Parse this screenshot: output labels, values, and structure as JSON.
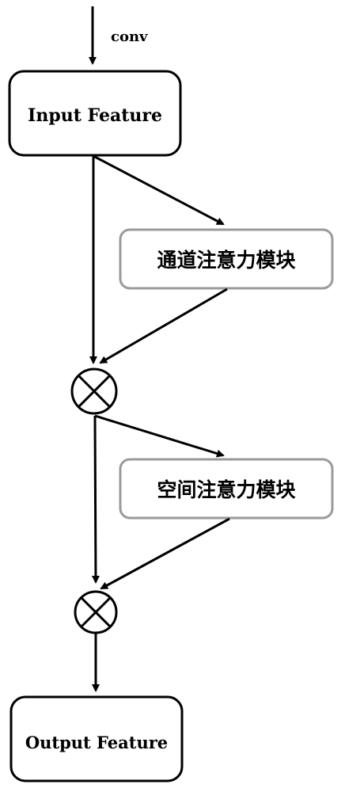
{
  "diagram": {
    "input_label": "conv",
    "nodes": {
      "input_feature": "Input Feature",
      "channel_attention": "通道注意力模块",
      "spatial_attention": "空间注意力模块",
      "output_feature": "Output Feature"
    },
    "operators": {
      "multiply_1": "⊗",
      "multiply_2": "⊗"
    }
  }
}
